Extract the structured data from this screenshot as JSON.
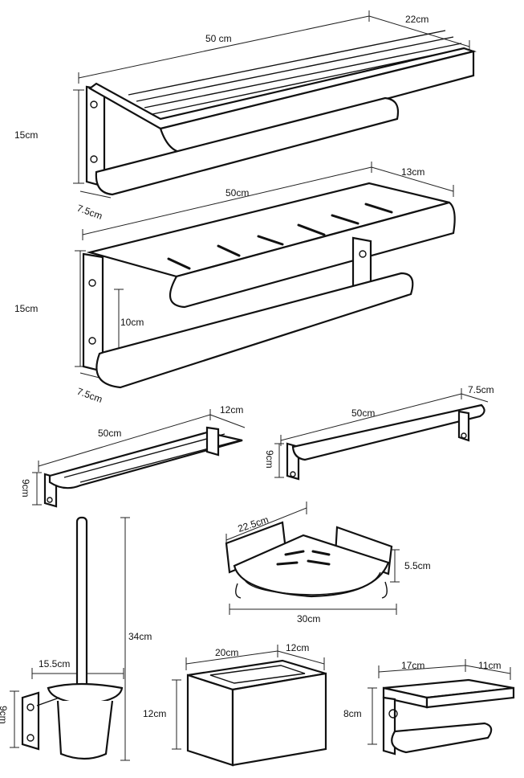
{
  "accent_color": "#111111",
  "products": {
    "towel_rack": {
      "width": "50 cm",
      "depth": "22cm",
      "height": "15cm",
      "bracket": "7.5cm"
    },
    "shelf": {
      "width": "50cm",
      "depth": "13cm",
      "height": "15cm",
      "bar_gap": "10cm",
      "bracket": "7.5cm"
    },
    "double_bar": {
      "width": "50cm",
      "depth": "12cm",
      "height": "9cm"
    },
    "single_bar": {
      "width": "50cm",
      "depth": "7.5cm",
      "height": "9cm"
    },
    "corner_basket": {
      "edge": "22.5cm",
      "height": "5.5cm",
      "span": "30cm"
    },
    "toilet_brush": {
      "height": "34cm",
      "width": "15.5cm",
      "mount": "9cm"
    },
    "tissue_box": {
      "width": "20cm",
      "depth": "12cm",
      "height": "12cm"
    },
    "phone_paper_holder": {
      "width": "17cm",
      "depth": "11cm",
      "height": "8cm"
    }
  }
}
